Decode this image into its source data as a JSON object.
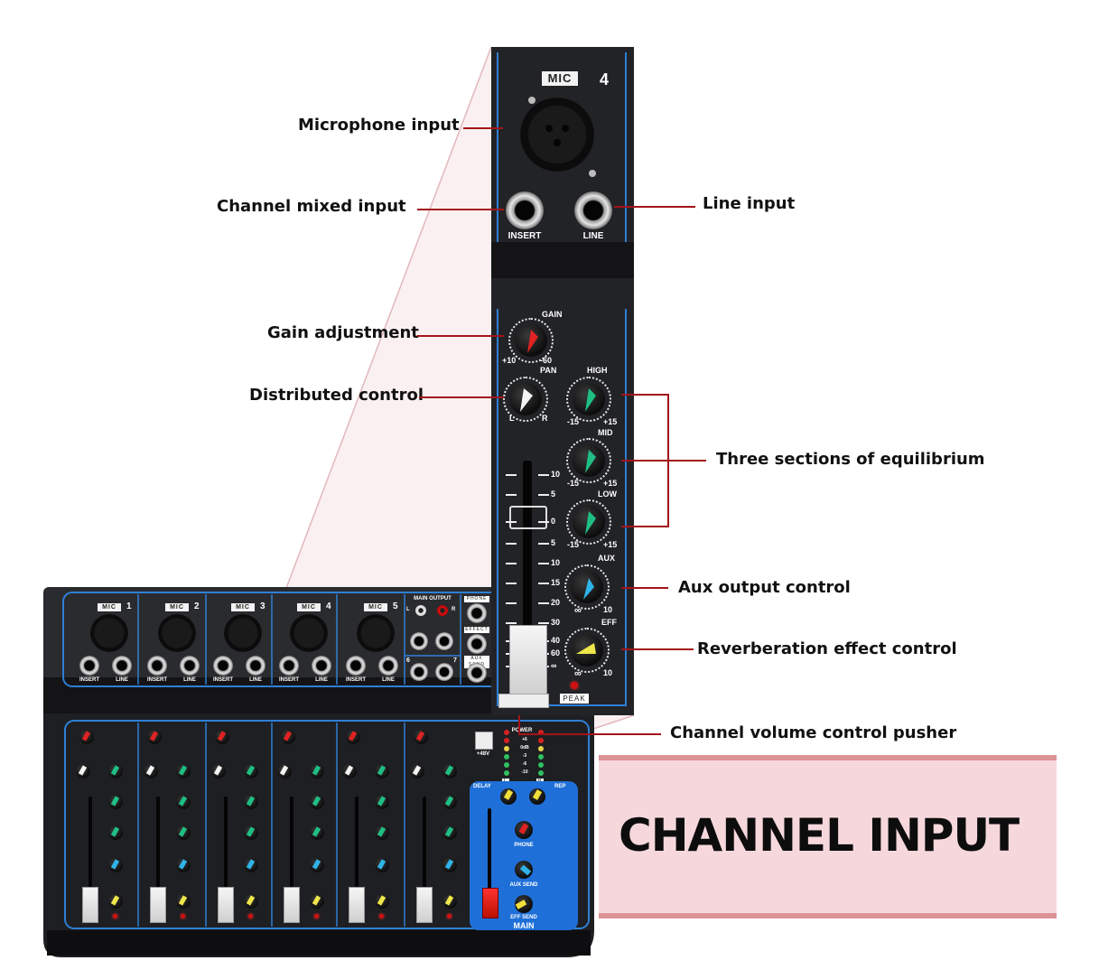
{
  "title": "CHANNEL INPUT",
  "zoomed_channel": {
    "mic_badge": "MIC",
    "channel_number": "4",
    "insert_label": "INSERT",
    "line_label": "LINE",
    "gain": {
      "label": "GAIN",
      "min": "+10",
      "max": "-60"
    },
    "pan": {
      "label": "PAN",
      "left": "L",
      "right": "R"
    },
    "high": {
      "label": "HIGH",
      "min": "-15",
      "max": "+15"
    },
    "mid": {
      "label": "MID",
      "min": "-15",
      "max": "+15"
    },
    "low": {
      "label": "LOW",
      "min": "-15",
      "max": "+15"
    },
    "aux": {
      "label": "AUX",
      "min": "∞",
      "max": "10"
    },
    "eff": {
      "label": "EFF",
      "min": "∞",
      "max": "10"
    },
    "fader_scale": [
      "10",
      "5",
      "0",
      "5",
      "10",
      "15",
      "20",
      "30",
      "40",
      "60",
      "∞"
    ],
    "peak_label": "PEAK"
  },
  "annotations": {
    "microphone_input": "Microphone input",
    "channel_mixed_input": "Channel mixed input",
    "line_input": "Line input",
    "gain_adjustment": "Gain adjustment",
    "distributed_control": "Distributed control",
    "three_sections": "Three sections of equilibrium",
    "aux_output": "Aux output control",
    "reverb_effect": "Reverberation effect control",
    "volume_pusher": "Channel volume control pusher"
  },
  "mixer": {
    "channels": [
      {
        "mic": "MIC",
        "num": "1"
      },
      {
        "mic": "MIC",
        "num": "2"
      },
      {
        "mic": "MIC",
        "num": "3"
      },
      {
        "mic": "MIC",
        "num": "4"
      },
      {
        "mic": "MIC",
        "num": "5"
      }
    ],
    "insert_label": "INSERT",
    "line_label": "LINE",
    "main_output": {
      "label": "MAIN OUTPUT",
      "l": "L",
      "r": "R"
    },
    "jack_6": "6",
    "jack_7": "7",
    "phone_label": "PHONE",
    "effect_label": "EFFECT",
    "aux_send_label": "AUX SEND",
    "phantom_label": "+48V",
    "power_label": "POWER",
    "meter_labels": [
      "+6",
      "0dB",
      "-3",
      "-6",
      "-10"
    ],
    "meter_l": "L",
    "meter_r": "R",
    "master": {
      "delay": "DELAY",
      "rep": "REP",
      "phone": "PHONE",
      "aux_send": "AUX SEND",
      "eff_send": "EFF SEND",
      "main": "MAIN"
    },
    "colors": {
      "panel": "#222326",
      "accent_blue": "#2f7fd6",
      "master_blue": "#1f6fd8",
      "leader_red": "#a3141a",
      "banner_bg": "#f6d8dc",
      "banner_border": "#dc9396"
    }
  }
}
